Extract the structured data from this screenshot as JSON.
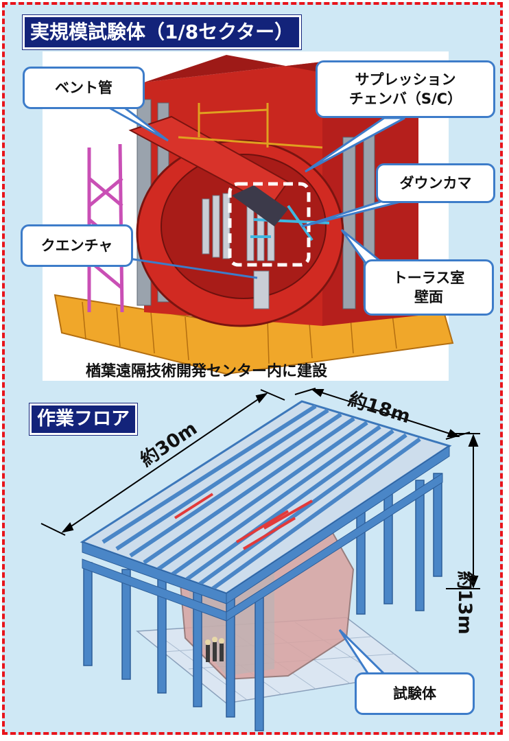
{
  "top_title": "実規模試験体（1/8セクター）",
  "bottom_title": "作業フロア",
  "callouts": {
    "vent_pipe": "ベント管",
    "suppression_chamber_line1": "サプレッション",
    "suppression_chamber_line2": "チェンバ（S/C）",
    "downcomer": "ダウンカマ",
    "quencher": "クエンチャ",
    "torus_wall_line1": "トーラス室",
    "torus_wall_line2": "壁面",
    "test_body": "試験体"
  },
  "caption": "楢葉遠隔技術開発センター内に建設",
  "dimensions": {
    "length": "約30m",
    "width": "約18m",
    "height": "約13m"
  },
  "colors": {
    "border": "#e8141b",
    "panel_bg": "#cfe8f5",
    "title_bg": "#13237a",
    "callout_border": "#3d7cc9",
    "chamber_red": "#c0231e",
    "frame_blue": "#4a86c7"
  }
}
